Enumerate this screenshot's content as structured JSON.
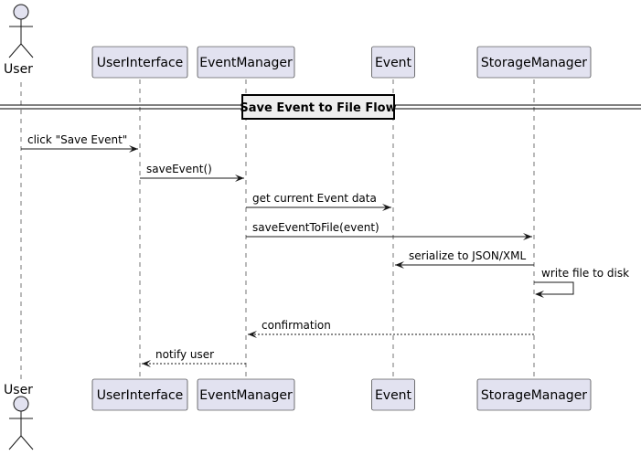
{
  "participants": [
    {
      "id": "user",
      "label": "User",
      "kind": "actor"
    },
    {
      "id": "ui",
      "label": "UserInterface",
      "kind": "participant"
    },
    {
      "id": "em",
      "label": "EventManager",
      "kind": "participant"
    },
    {
      "id": "ev",
      "label": "Event",
      "kind": "participant"
    },
    {
      "id": "sm",
      "label": "StorageManager",
      "kind": "participant"
    }
  ],
  "divider": {
    "label": "Save Event to File Flow"
  },
  "messages": [
    {
      "from": "user",
      "to": "ui",
      "label": "click \"Save Event\"",
      "style": "solid"
    },
    {
      "from": "ui",
      "to": "em",
      "label": "saveEvent()",
      "style": "solid"
    },
    {
      "from": "em",
      "to": "ev",
      "label": "get current Event data",
      "style": "solid"
    },
    {
      "from": "em",
      "to": "sm",
      "label": "saveEventToFile(event)",
      "style": "solid"
    },
    {
      "from": "sm",
      "to": "ev",
      "label": "serialize to JSON/XML",
      "style": "solid"
    },
    {
      "from": "sm",
      "to": "sm",
      "label": "write file to disk",
      "style": "solid"
    },
    {
      "from": "sm",
      "to": "em",
      "label": "confirmation",
      "style": "dashed"
    },
    {
      "from": "em",
      "to": "ui",
      "label": "notify user",
      "style": "dashed"
    }
  ],
  "colors": {
    "participant_fill": "#e2e2f0",
    "line": "#181818",
    "divider_fill": "#eeeeee"
  }
}
